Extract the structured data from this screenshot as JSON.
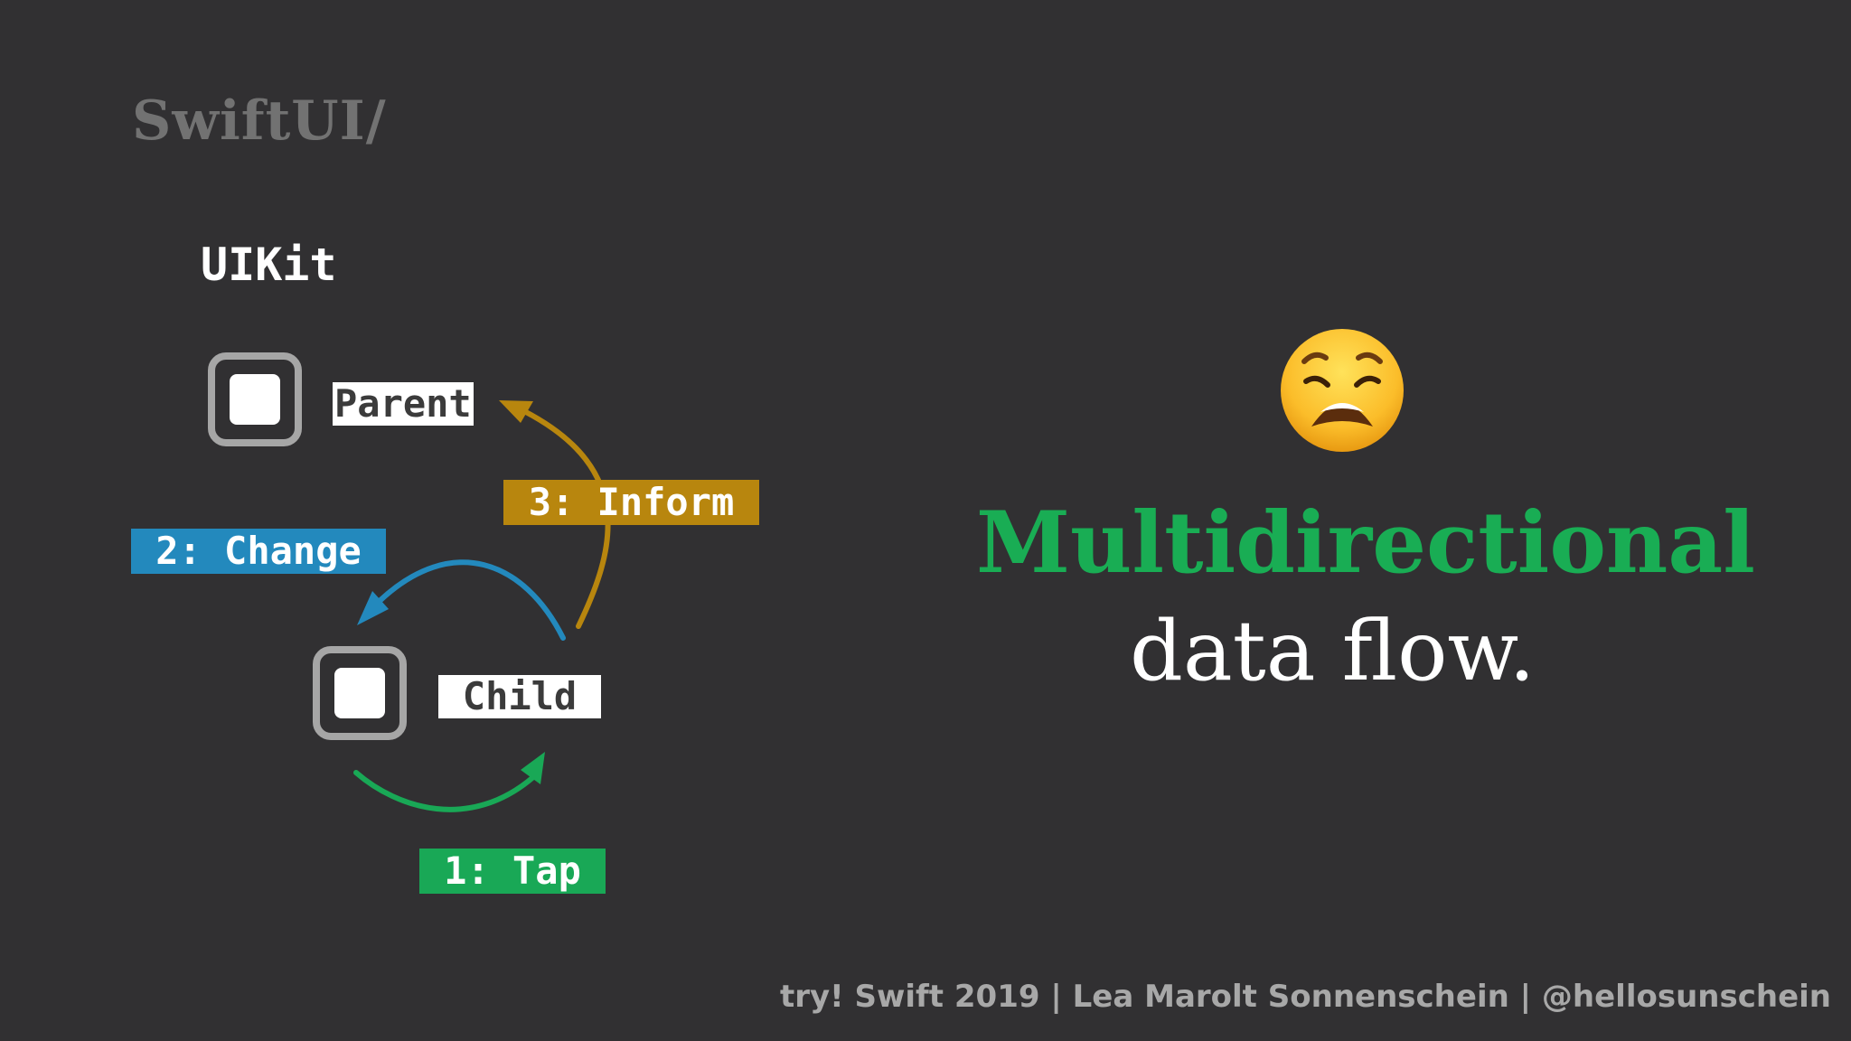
{
  "slide": {
    "breadcrumb": "SwiftUI/",
    "section_title": "UIKit",
    "nodes": {
      "parent": "Parent",
      "child": "Child"
    },
    "steps": [
      {
        "label": "1: Tap",
        "color": "#19a856"
      },
      {
        "label": "2: Change",
        "color": "#2389bd"
      },
      {
        "label": "3: Inform",
        "color": "#b8860e"
      }
    ],
    "emoji": "weary-face-icon",
    "headline": "Multidirectional",
    "subheadline": "data flow.",
    "footer": "try! Swift 2019 | Lea Marolt Sonnenschein | @hellosunschein"
  },
  "colors": {
    "background": "#313032",
    "headline_accent": "#19ad54",
    "breadcrumb": "#727272",
    "footer": "#a8a8a8"
  }
}
